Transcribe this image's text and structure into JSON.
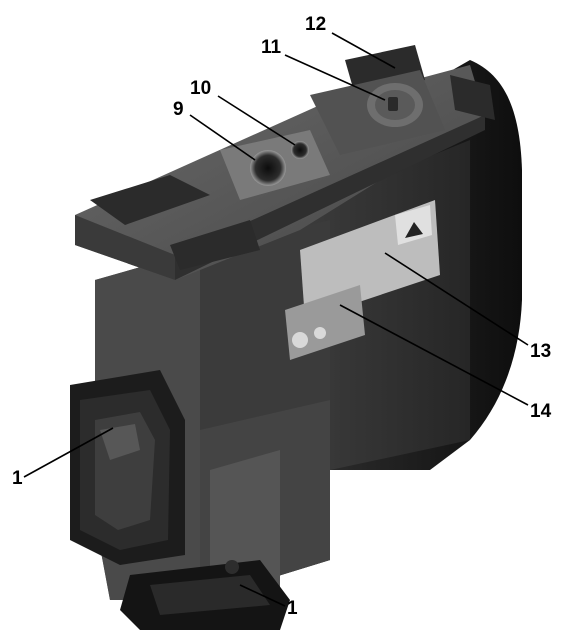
{
  "figure": {
    "colors": {
      "body_dark": "#1b1b1b",
      "body_mid": "#2e2e2e",
      "panel_grey": "#4d4d4d",
      "panel_light": "#6a6a6a",
      "highlight": "#8a8a8a",
      "rubber": "#161616",
      "label_silver": "#c9c9c9",
      "lens": "#3c3c3c"
    },
    "callouts": [
      {
        "id": "c9",
        "number": "9"
      },
      {
        "id": "c10",
        "number": "10"
      },
      {
        "id": "c11",
        "number": "11"
      },
      {
        "id": "c12",
        "number": "12"
      },
      {
        "id": "c13",
        "number": "13"
      },
      {
        "id": "c14",
        "number": "14"
      },
      {
        "id": "c1a",
        "number": "1"
      },
      {
        "id": "c1b",
        "number": "1"
      }
    ]
  }
}
